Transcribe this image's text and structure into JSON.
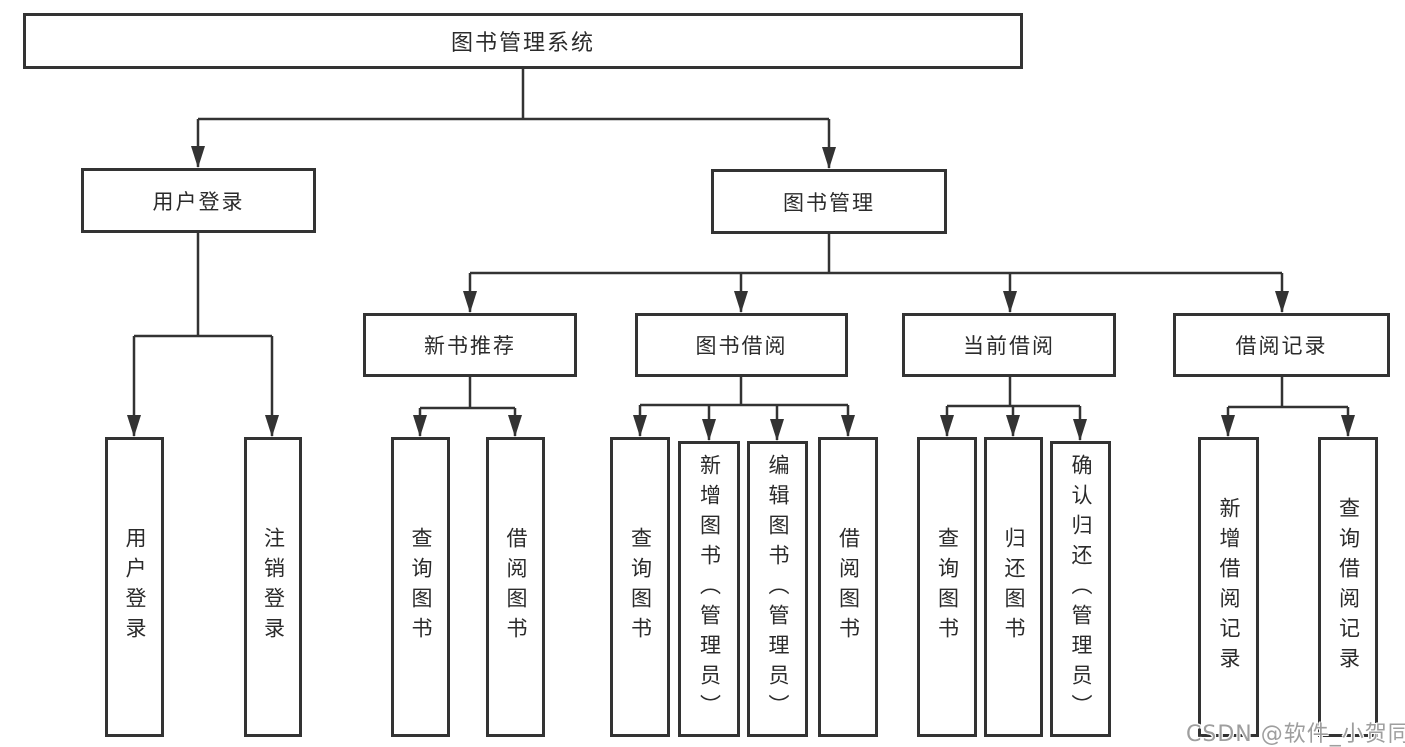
{
  "diagram": {
    "root": {
      "label": "图书管理系统"
    },
    "level2": [
      {
        "label": "用户登录"
      },
      {
        "label": "图书管理"
      }
    ],
    "level3": [
      {
        "label": "新书推荐",
        "parent": "图书管理"
      },
      {
        "label": "图书借阅",
        "parent": "图书管理"
      },
      {
        "label": "当前借阅",
        "parent": "图书管理"
      },
      {
        "label": "借阅记录",
        "parent": "图书管理"
      }
    ],
    "leaves": [
      {
        "label": "用户登录",
        "parent": "用户登录"
      },
      {
        "label": "注销登录",
        "parent": "用户登录"
      },
      {
        "label": "查询图书",
        "parent": "新书推荐"
      },
      {
        "label": "借阅图书",
        "parent": "新书推荐"
      },
      {
        "label": "查询图书",
        "parent": "图书借阅"
      },
      {
        "label": "新增图书（管理员）",
        "parent": "图书借阅"
      },
      {
        "label": "编辑图书（管理员）",
        "parent": "图书借阅"
      },
      {
        "label": "借阅图书",
        "parent": "图书借阅"
      },
      {
        "label": "查询图书",
        "parent": "当前借阅"
      },
      {
        "label": "归还图书",
        "parent": "当前借阅"
      },
      {
        "label": "确认归还（管理员）",
        "parent": "当前借阅"
      },
      {
        "label": "新增借阅记录",
        "parent": "借阅记录"
      },
      {
        "label": "查询借阅记录",
        "parent": "借阅记录"
      }
    ],
    "watermark": "CSDN @软件_小贺同学",
    "colors": {
      "line": "#333333",
      "text": "#2b2b2b",
      "background": "#ffffff",
      "watermark": "#9e9e9e"
    }
  }
}
